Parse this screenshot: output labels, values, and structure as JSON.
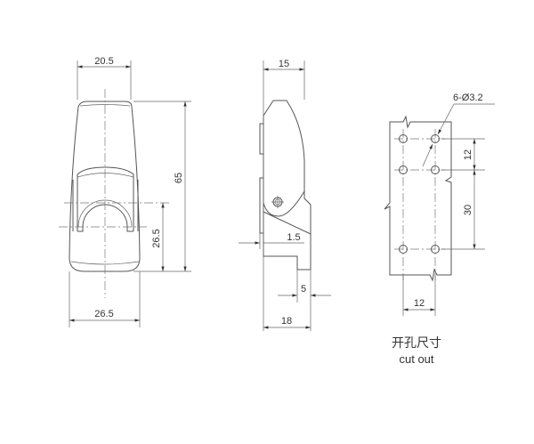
{
  "front_view": {
    "width_top": "20.5",
    "height": "65",
    "hole_height": "26.5",
    "width_bottom": "26.5"
  },
  "side_view": {
    "depth_top": "15",
    "offset": "1.5",
    "step": "5",
    "depth_bottom": "18"
  },
  "cutout": {
    "holes": "6-Ø3.2",
    "pitch_small": "12",
    "pitch_large": "30",
    "spacing": "12",
    "caption_cn": "开孔尺寸",
    "caption_en": "cut out"
  }
}
